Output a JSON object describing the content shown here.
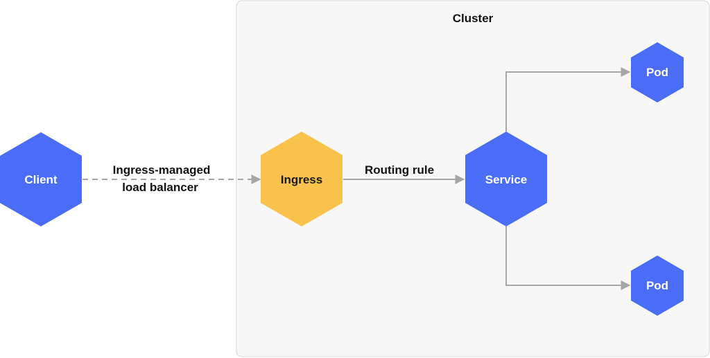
{
  "cluster": {
    "title": "Cluster"
  },
  "nodes": {
    "client": {
      "label": "Client",
      "color": "#4a6cf7"
    },
    "ingress": {
      "label": "Ingress",
      "color": "#f8c24d"
    },
    "service": {
      "label": "Service",
      "color": "#4a6cf7"
    },
    "pod_top": {
      "label": "Pod",
      "color": "#4a6cf7"
    },
    "pod_bottom": {
      "label": "Pod",
      "color": "#4a6cf7"
    }
  },
  "edges": {
    "client_to_ingress": {
      "label_line1": "Ingress-managed",
      "label_line2": "load balancer",
      "style": "dashed"
    },
    "ingress_to_service": {
      "label": "Routing rule",
      "style": "solid"
    },
    "service_to_pods": {
      "style": "solid"
    }
  },
  "colors": {
    "cluster_bg": "#f7f7f7",
    "cluster_border": "#dddddd",
    "connector": "#a6a6a6",
    "node_text_light": "#ffffff",
    "node_text_dark": "#1a1a1a"
  }
}
